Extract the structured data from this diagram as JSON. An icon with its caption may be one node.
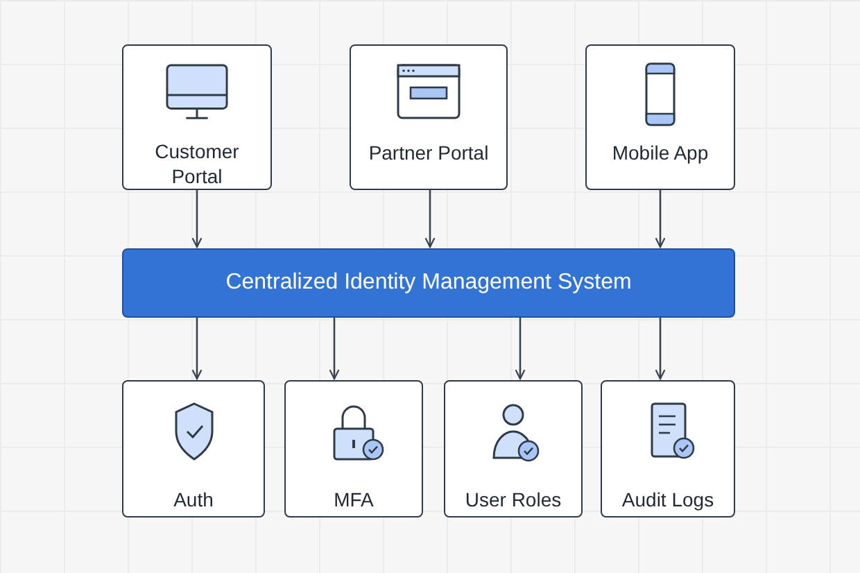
{
  "diagram": {
    "nodes": [
      {
        "text": [
          "Customer Portal"
        ]
      },
      {
        "text": [
          "Partner Portal"
        ]
      },
      {
        "text": [
          "Mobile App"
        ]
      },
      {
        "text": [
          "Centralized Identity Management System"
        ]
      },
      {
        "text": [
          "Auth"
        ]
      },
      {
        "text": [
          "MFA"
        ]
      },
      {
        "text": [
          "User Roles"
        ]
      },
      {
        "text": [
          "Audit Logs"
        ]
      }
    ],
    "edges": [
      {
        "from": 0,
        "to": 3,
        "arrow": "to"
      },
      {
        "from": 1,
        "to": 3,
        "arrow": "to"
      },
      {
        "from": 2,
        "to": 3,
        "arrow": "to"
      },
      {
        "from": 3,
        "to": 4,
        "arrow": "to"
      },
      {
        "from": 3,
        "to": 5,
        "arrow": "to"
      },
      {
        "from": 3,
        "to": 6,
        "arrow": "to"
      },
      {
        "from": 3,
        "to": 7,
        "arrow": "to"
      }
    ]
  }
}
